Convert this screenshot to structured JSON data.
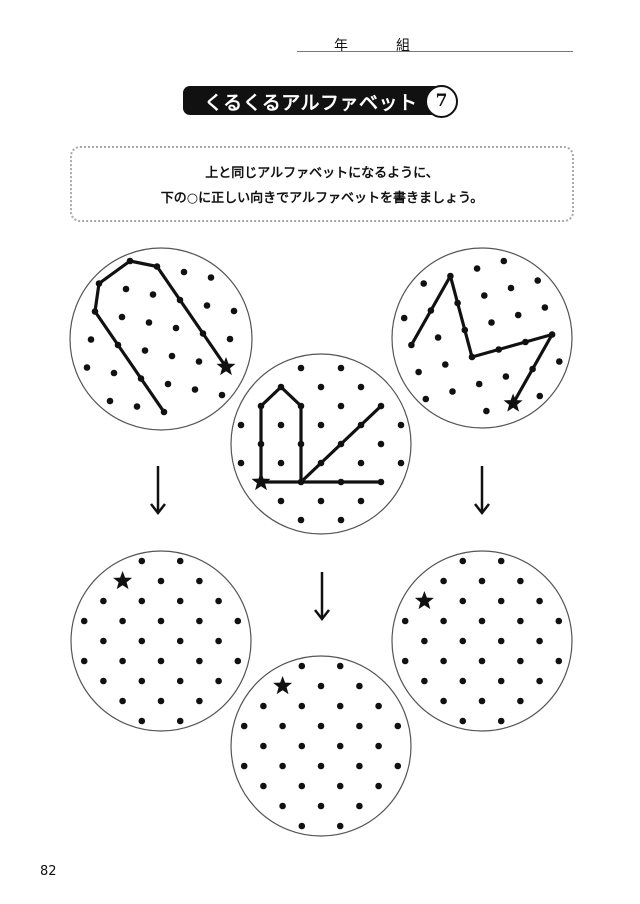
{
  "header": {
    "year_label": "年",
    "class_label": "組"
  },
  "title": {
    "text": "くるくるアルファベット",
    "number": "7"
  },
  "instructions": {
    "line1": "上と同じアルファベットになるように、",
    "line2": "下の○に正しい向きでアルファベットを書きましょう。"
  },
  "page_number": "82",
  "colors": {
    "ink": "#111111",
    "circle_stroke": "#555555"
  }
}
